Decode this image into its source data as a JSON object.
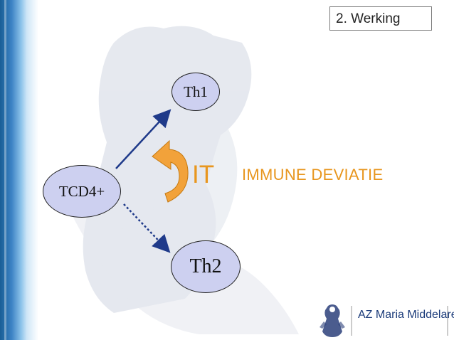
{
  "header": {
    "section_label": "2. Werking"
  },
  "diagram": {
    "nodes": {
      "th1": "Th1",
      "tcd4": "TCD4+",
      "th2": "Th2"
    },
    "cycle_label": "IT",
    "deviation_label": "IMMUNE DEVIATIE"
  },
  "logo": {
    "text": "AZ Maria Middelares"
  },
  "colors": {
    "accent_orange": "#e8961e",
    "node_fill": "#cdd0f0",
    "arrow_blue": "#1f3a8a",
    "side_bar_blue": "#3b82c4"
  }
}
